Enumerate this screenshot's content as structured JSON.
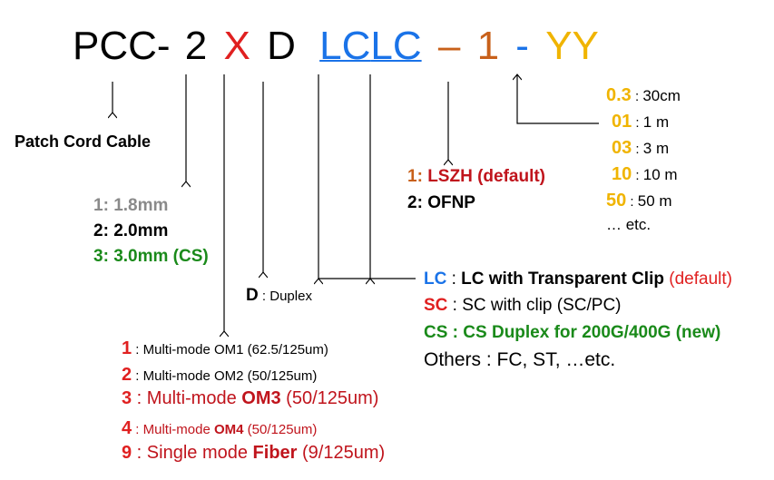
{
  "code": {
    "prefix": "PCC-",
    "fiber_digit": "2",
    "cable_letter": "X",
    "duplex_letter": "D",
    "conn_a": "LC",
    "conn_b": "LC",
    "dash1": "–",
    "jacket_digit": "1",
    "dash2": "-",
    "length_code": "YY"
  },
  "patch_cord": {
    "label": "Patch Cord Cable"
  },
  "diameter": [
    {
      "code": "1",
      "sep": ": ",
      "text": "1.8mm"
    },
    {
      "code": "2",
      "sep": ": ",
      "text": "2.0mm"
    },
    {
      "code": "3",
      "sep": ": ",
      "text": "3.0mm (CS)"
    }
  ],
  "duplex": {
    "code": "D",
    "sep": " : ",
    "text": "Duplex"
  },
  "fiber": [
    {
      "code": "1",
      "sep": " : ",
      "text": "Multi-mode OM1 (62.5/125um)"
    },
    {
      "code": "2",
      "sep": " : ",
      "text": "Multi-mode OM2 (50/125um)"
    },
    {
      "code": "3",
      "sep": " : ",
      "text_a": "Multi-mode ",
      "text_b": "OM3",
      "text_c": " (50/125um)"
    },
    {
      "code": "4",
      "sep": " : ",
      "text_a": "Multi-mode ",
      "text_b": "OM4",
      "text_c": " (50/125um)"
    },
    {
      "code": "9",
      "sep": " : ",
      "text_a": "Single mode ",
      "text_b": "Fiber",
      "text_c": " (9/125um)"
    }
  ],
  "jacket": [
    {
      "code": "1",
      "sep": ": ",
      "text": "LSZH (default)"
    },
    {
      "code": "2",
      "sep": ": ",
      "text": "OFNP"
    }
  ],
  "connector": [
    {
      "code": "LC",
      "sep": " : ",
      "text": "LC with Transparent Clip",
      "note": " (default)"
    },
    {
      "code": "SC",
      "sep": " : ",
      "text": " SC with clip  (SC/PC)"
    },
    {
      "code": "CS",
      "sep": " : ",
      "text": "CS Duplex for 200G/400G  (new)"
    },
    {
      "text": "Others : FC, ST, …etc."
    }
  ],
  "length": [
    {
      "code": "0.3",
      "sep": " : ",
      "text": "30cm"
    },
    {
      "code": "01",
      "sep": " : ",
      "text": "1 m"
    },
    {
      "code": "03",
      "sep": " : ",
      "text": "3 m"
    },
    {
      "code": "10",
      "sep": " : ",
      "text": "10 m"
    },
    {
      "code": "50",
      "sep": " : ",
      "text": "50 m"
    },
    {
      "text": "… etc."
    }
  ],
  "colors": {
    "black": "#000000",
    "gray": "#8a8a8a",
    "green": "#1a8a1a",
    "red": "#e02020",
    "dark_red": "#c0141c",
    "blue": "#1a73e8",
    "orange": "#c8601a",
    "gold": "#f0b400"
  }
}
